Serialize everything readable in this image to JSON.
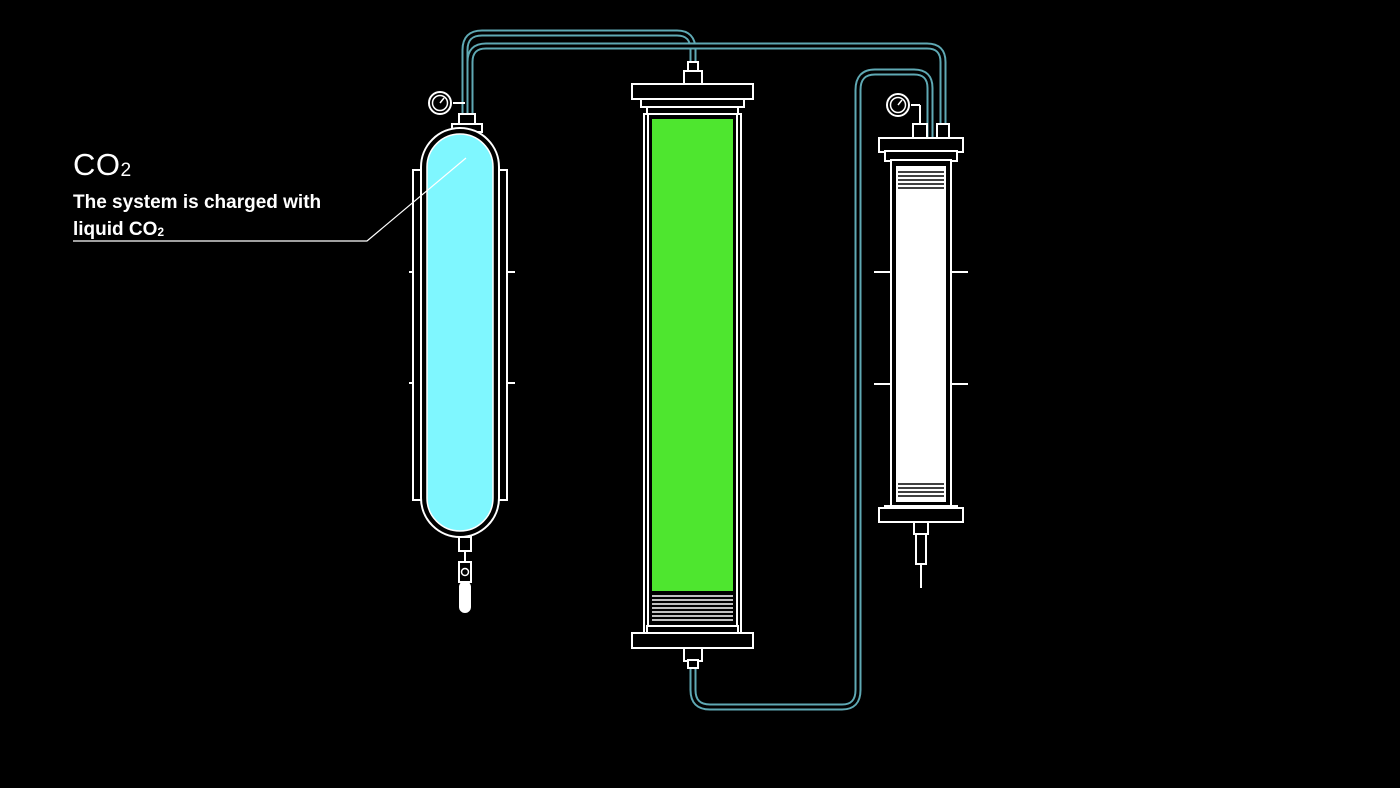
{
  "callout": {
    "title_main": "CO",
    "title_sub": "2",
    "line1": "The system is charged with",
    "line2_main": "liquid CO",
    "line2_sub": "2"
  },
  "colors": {
    "background": "#000000",
    "co2_tank_fill": "#7ff7ff",
    "middle_column_fill": "#4ee62f",
    "outline": "#ffffff",
    "tubing": "#5fa9b4"
  }
}
